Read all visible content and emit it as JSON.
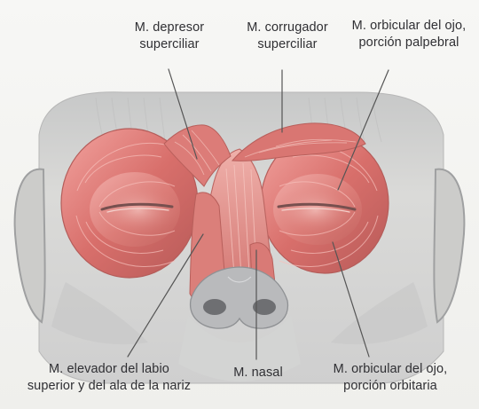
{
  "labels": {
    "depresor_superciliar": "M. depresor\nsuperciliar",
    "corrugador_superciliar": "M. corrugador\nsuperciliar",
    "orbicular_palpebral": "M. orbicular del ojo,\nporción palpebral",
    "elevador_labio": "M. elevador del labio\nsuperior y del ala de la nariz",
    "nasal": "M. nasal",
    "orbicular_orbitaria": "M. orbicular del ojo,\nporción orbitaria"
  },
  "colors": {
    "muscle": "#d86f6b",
    "muscle_dark": "#b95a58",
    "muscle_light": "#ef9a95",
    "skin_gray": "#d8d8d6",
    "shadow_gray": "#a6a7aa",
    "leader_line": "#555555"
  }
}
